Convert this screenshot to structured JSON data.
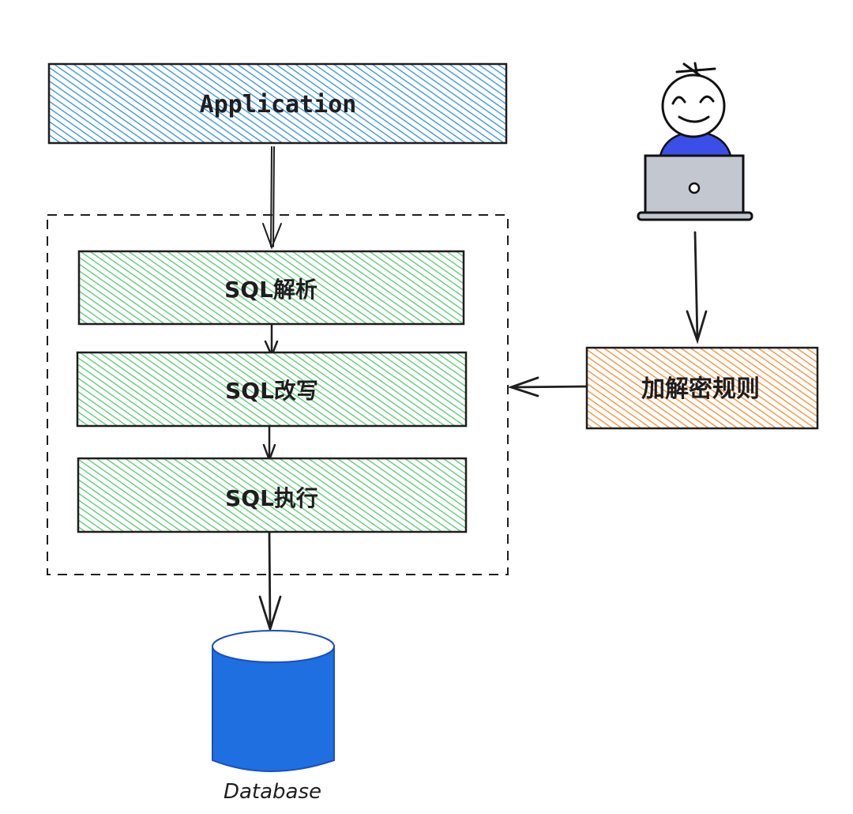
{
  "diagram": {
    "application": {
      "label": "Application",
      "fill": "#4a9ee8"
    },
    "pipeline": {
      "steps": [
        {
          "label": "SQL解析",
          "fill": "#40c057"
        },
        {
          "label": "SQL改写",
          "fill": "#40c057"
        },
        {
          "label": "SQL执行",
          "fill": "#40c057"
        }
      ]
    },
    "rules": {
      "label": "加解密规则",
      "fill": "#fd7e14"
    },
    "user": {
      "shirt_color": "#3b4ee8",
      "laptop_color": "#c3c8d0",
      "icon": "person-at-laptop-icon"
    },
    "database": {
      "label": "Database",
      "fill": "#1f6fe0",
      "icon": "database-cylinder-icon"
    },
    "edges": [
      {
        "from": "application",
        "to": "sql-parse"
      },
      {
        "from": "sql-parse",
        "to": "sql-rewrite"
      },
      {
        "from": "sql-rewrite",
        "to": "sql-execute"
      },
      {
        "from": "sql-execute",
        "to": "database"
      },
      {
        "from": "user",
        "to": "rules"
      },
      {
        "from": "rules",
        "to": "pipeline"
      }
    ]
  }
}
